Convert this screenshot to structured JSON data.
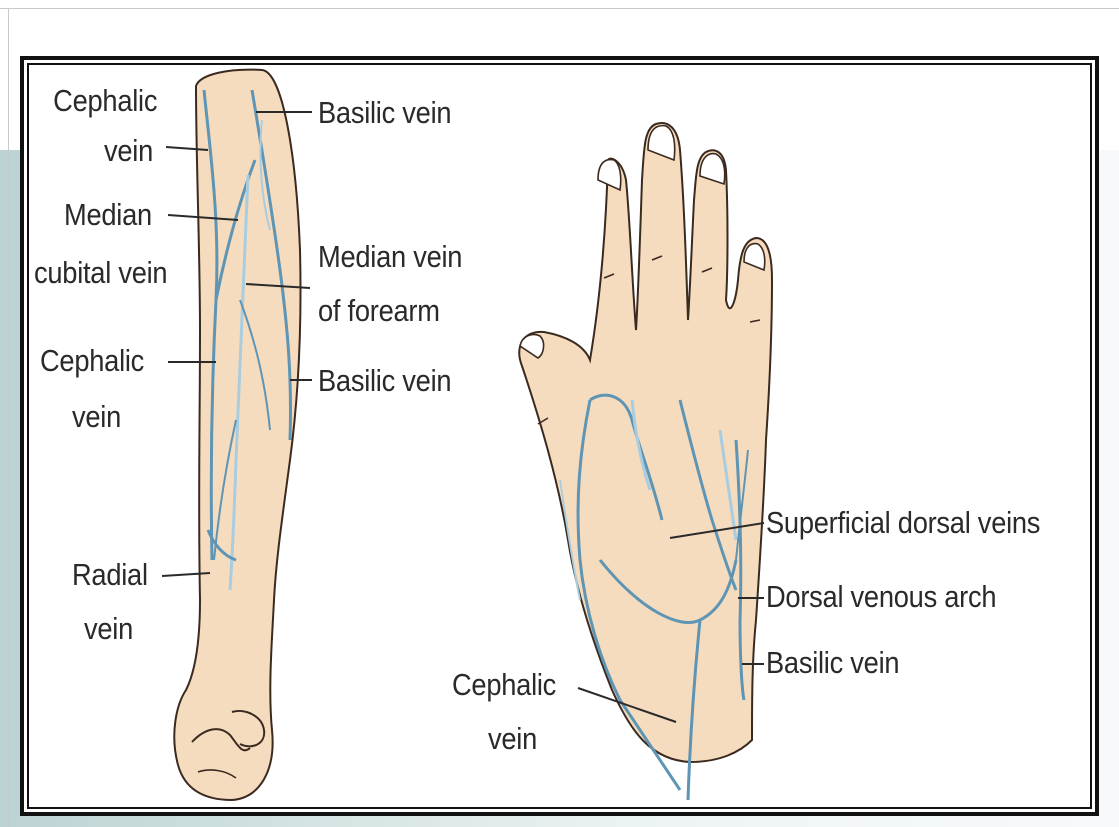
{
  "colors": {
    "skin": "#f6dcbf",
    "skin_outline": "#3a2a20",
    "vein": "#5f95b4",
    "vein_light": "#a9cde0",
    "frame": "#111111",
    "label": "#2a2a2a",
    "slide_band": "#d6e4e4"
  },
  "labels": {
    "arm": {
      "cephalic_upper_line1": "Cephalic",
      "cephalic_upper_line2": "vein",
      "basilic_upper": "Basilic vein",
      "median_cubital_line1": "Median",
      "median_cubital_line2": "cubital vein",
      "median_forearm_line1": "Median vein",
      "median_forearm_line2": "of forearm",
      "cephalic_lower_line1": "Cephalic",
      "cephalic_lower_line2": "vein",
      "basilic_lower": "Basilic vein",
      "radial_line1": "Radial",
      "radial_line2": "vein"
    },
    "hand": {
      "superficial_dorsal": "Superficial dorsal veins",
      "dorsal_arch": "Dorsal venous arch",
      "basilic": "Basilic vein",
      "cephalic_line1": "Cephalic",
      "cephalic_line2": "vein"
    }
  }
}
